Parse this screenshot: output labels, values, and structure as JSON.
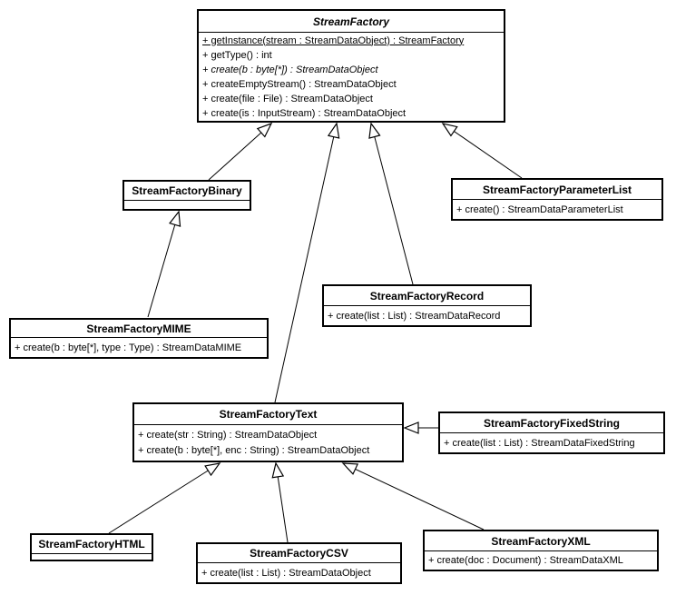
{
  "diagram": {
    "kind": "uml-class-diagram",
    "colors": {
      "background": "#ffffff",
      "line": "#000000",
      "box_fill": "#ffffff",
      "text": "#000000"
    },
    "classes": [
      {
        "name": "StreamFactory",
        "abstract": true,
        "methods": [
          {
            "text": "+ getInstance(stream : StreamDataObject) : StreamFactory",
            "static": true
          },
          {
            "text": "+ getType() : int"
          },
          {
            "text": "+ create(b : byte[*]) : StreamDataObject",
            "abstract": true
          },
          {
            "text": "+ createEmptyStream() : StreamDataObject"
          },
          {
            "text": "+ create(file : File) : StreamDataObject"
          },
          {
            "text": "+ create(is : InputStream) : StreamDataObject"
          }
        ]
      },
      {
        "name": "StreamFactoryBinary",
        "abstract": false,
        "methods": []
      },
      {
        "name": "StreamFactoryParameterList",
        "abstract": false,
        "methods": [
          {
            "text": "+ create() : StreamDataParameterList"
          }
        ]
      },
      {
        "name": "StreamFactoryRecord",
        "abstract": false,
        "methods": [
          {
            "text": "+ create(list : List) : StreamDataRecord"
          }
        ]
      },
      {
        "name": "StreamFactoryMIME",
        "abstract": false,
        "methods": [
          {
            "text": "+ create(b : byte[*], type : Type) : StreamDataMIME"
          }
        ]
      },
      {
        "name": "StreamFactoryText",
        "abstract": false,
        "methods": [
          {
            "text": "+ create(str : String) : StreamDataObject"
          },
          {
            "text": "+ create(b : byte[*], enc : String) : StreamDataObject"
          }
        ]
      },
      {
        "name": "StreamFactoryFixedString",
        "abstract": false,
        "methods": [
          {
            "text": "+ create(list : List) : StreamDataFixedString"
          }
        ]
      },
      {
        "name": "StreamFactoryHTML",
        "abstract": false,
        "methods": []
      },
      {
        "name": "StreamFactoryCSV",
        "abstract": false,
        "methods": [
          {
            "text": "+ create(list : List) : StreamDataObject"
          }
        ]
      },
      {
        "name": "StreamFactoryXML",
        "abstract": false,
        "methods": [
          {
            "text": "+ create(doc : Document) : StreamDataXML"
          }
        ]
      }
    ],
    "relations": [
      {
        "from": "StreamFactoryBinary",
        "to": "StreamFactory",
        "type": "generalization"
      },
      {
        "from": "StreamFactoryMIME",
        "to": "StreamFactoryBinary",
        "type": "generalization"
      },
      {
        "from": "StreamFactoryText",
        "to": "StreamFactory",
        "type": "generalization"
      },
      {
        "from": "StreamFactoryRecord",
        "to": "StreamFactory",
        "type": "generalization"
      },
      {
        "from": "StreamFactoryParameterList",
        "to": "StreamFactory",
        "type": "generalization"
      },
      {
        "from": "StreamFactoryFixedString",
        "to": "StreamFactoryText",
        "type": "generalization"
      },
      {
        "from": "StreamFactoryHTML",
        "to": "StreamFactoryText",
        "type": "generalization"
      },
      {
        "from": "StreamFactoryCSV",
        "to": "StreamFactoryText",
        "type": "generalization"
      },
      {
        "from": "StreamFactoryXML",
        "to": "StreamFactoryText",
        "type": "generalization"
      }
    ]
  }
}
